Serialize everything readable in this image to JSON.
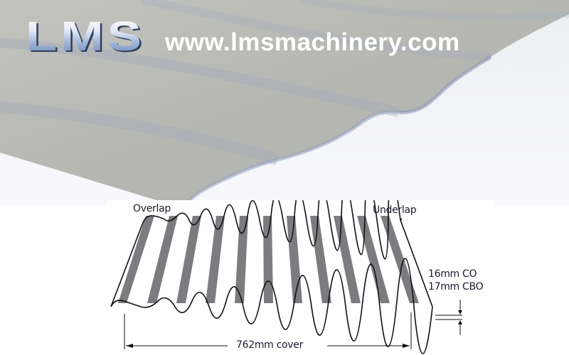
{
  "header": {
    "logo_text": "LMS",
    "website": "www.lmsmachinery.com"
  },
  "photo": {
    "subject": "corrugated-roof-sheet",
    "sheet_color": "#b8b9b4",
    "background_color": "#f6f6fb"
  },
  "diagram": {
    "overlap_label": "Overlap",
    "underlap_label": "Underlap",
    "depth_label_co": "16mm CO",
    "depth_label_cbo": "17mm CBO",
    "cover_label": "762mm cover",
    "stripe_count": 11,
    "stripe_color": "#7b7b80",
    "line_color": "#111111"
  }
}
